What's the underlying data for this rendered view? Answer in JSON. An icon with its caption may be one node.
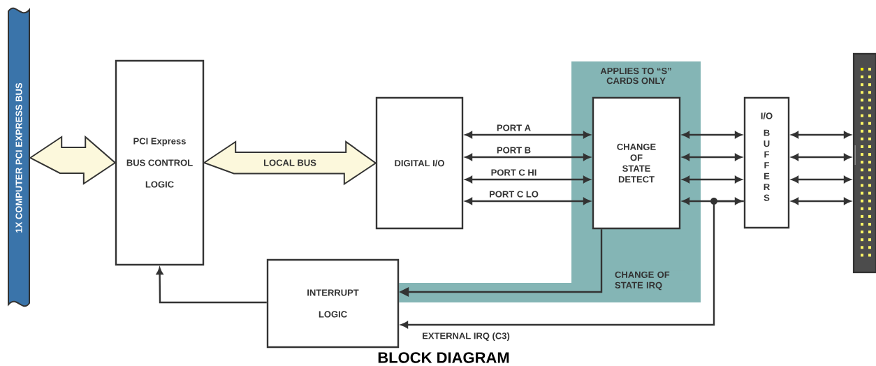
{
  "diagram": {
    "caption": "BLOCK DIAGRAM",
    "nodes": [
      {
        "text": [
          "1X COMPUTER PCI EXPRESS BUS"
        ]
      },
      {
        "text": [
          "PCI Express BUS CONTROL LOGIC"
        ]
      },
      {
        "text": [
          "DIGITAL I/O"
        ]
      },
      {
        "text": [
          "APPLIES TO “S” CARDS ONLY"
        ]
      },
      {
        "text": [
          "CHANGE OF STATE DETECT"
        ],
        "in": 3
      },
      {
        "text": [
          "I/O",
          "BUFFERS"
        ]
      },
      {
        "text": [
          "INTERRUPT LOGIC"
        ]
      },
      {
        "text": [],
        "shape": "picture"
      }
    ],
    "edges": [
      {
        "from": 0,
        "to": 1,
        "arrow": "both",
        "style": "thick"
      },
      {
        "from": 1,
        "to": 2,
        "arrow": "both",
        "style": "thick",
        "label": "LOCAL BUS"
      },
      {
        "from": 2,
        "to": 4,
        "arrow": "both",
        "label": "PORT A"
      },
      {
        "from": 2,
        "to": 4,
        "arrow": "both",
        "label": "PORT B"
      },
      {
        "from": 2,
        "to": 4,
        "arrow": "both",
        "label": "PORT C HI"
      },
      {
        "from": 2,
        "to": 4,
        "arrow": "both",
        "label": "PORT C LO"
      },
      {
        "from": 4,
        "to": 5,
        "arrow": "both"
      },
      {
        "from": 4,
        "to": 5,
        "arrow": "both"
      },
      {
        "from": 4,
        "to": 5,
        "arrow": "both"
      },
      {
        "from": 4,
        "to": 5,
        "arrow": "both"
      },
      {
        "from": 5,
        "to": 7,
        "arrow": "both"
      },
      {
        "from": 5,
        "to": 7,
        "arrow": "both"
      },
      {
        "from": 5,
        "to": 7,
        "arrow": "both"
      },
      {
        "from": 5,
        "to": 7,
        "arrow": "both"
      },
      {
        "from": 4,
        "to": 6,
        "arrow": "to",
        "label": "CHANGE OF STATE IRQ"
      },
      {
        "from": 5,
        "to": 6,
        "arrow": "to",
        "label": "EXTERNAL IRQ (C3)"
      },
      {
        "from": 6,
        "to": 1,
        "arrow": "to"
      }
    ]
  }
}
